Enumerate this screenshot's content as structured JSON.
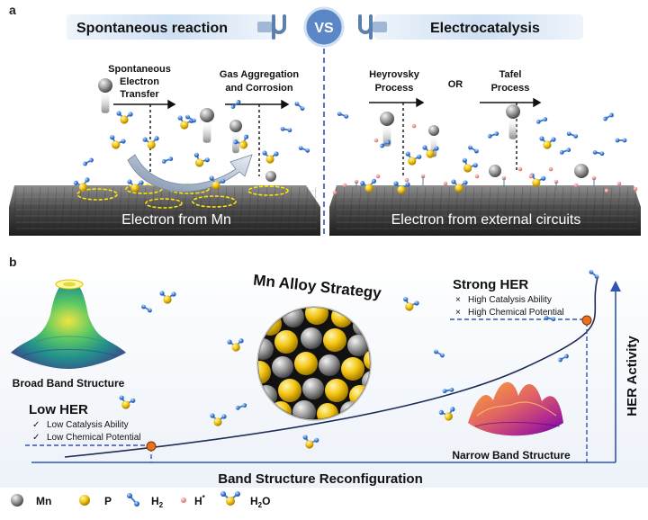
{
  "panel_a": {
    "label": "a",
    "left_title": "Spontaneous reaction",
    "vs": "VS",
    "right_title": "Electrocatalysis",
    "spontaneous_transfer": [
      "Spontaneous",
      "Electron",
      "Transfer"
    ],
    "gas_aggregation": [
      "Gas Aggregation",
      "and Corrosion"
    ],
    "heyrovsky": [
      "Heyrovsky",
      "Process"
    ],
    "or_text": "OR",
    "tafel": [
      "Tafel",
      "Process"
    ],
    "left_caption": "Electron from Mn",
    "right_caption": "Electron from external circuits"
  },
  "panel_b": {
    "label": "b",
    "strategy_title": "Mn Alloy Strategy",
    "broad_band": "Broad Band Structure",
    "narrow_band": "Narrow Band Structure",
    "low_her": {
      "title": "Low HER",
      "items": [
        "Low Catalysis Ability",
        "Low Chemical Potential"
      ],
      "marker": "✓"
    },
    "strong_her": {
      "title": "Strong HER",
      "items": [
        "High Catalysis Ability",
        "High Chemical Potential"
      ],
      "marker": "×"
    },
    "x_axis_label": "Band Structure Reconfiguration",
    "y_axis_label": "HER Activity"
  },
  "legend": {
    "mn": "Mn",
    "p": "P",
    "h2": "H",
    "h2_sub": "2",
    "h_ads": "H",
    "h_ads_sup": "*",
    "h2o": "H",
    "h2o_sub": "2",
    "h2o_tail": "O"
  },
  "colors": {
    "mn": "#8a8a8a",
    "p": "#f2c30f",
    "h": "#3b7dd8",
    "h_ads": "#e07a7a",
    "dashed": "#2f55b0",
    "marker": "#e8701e"
  }
}
